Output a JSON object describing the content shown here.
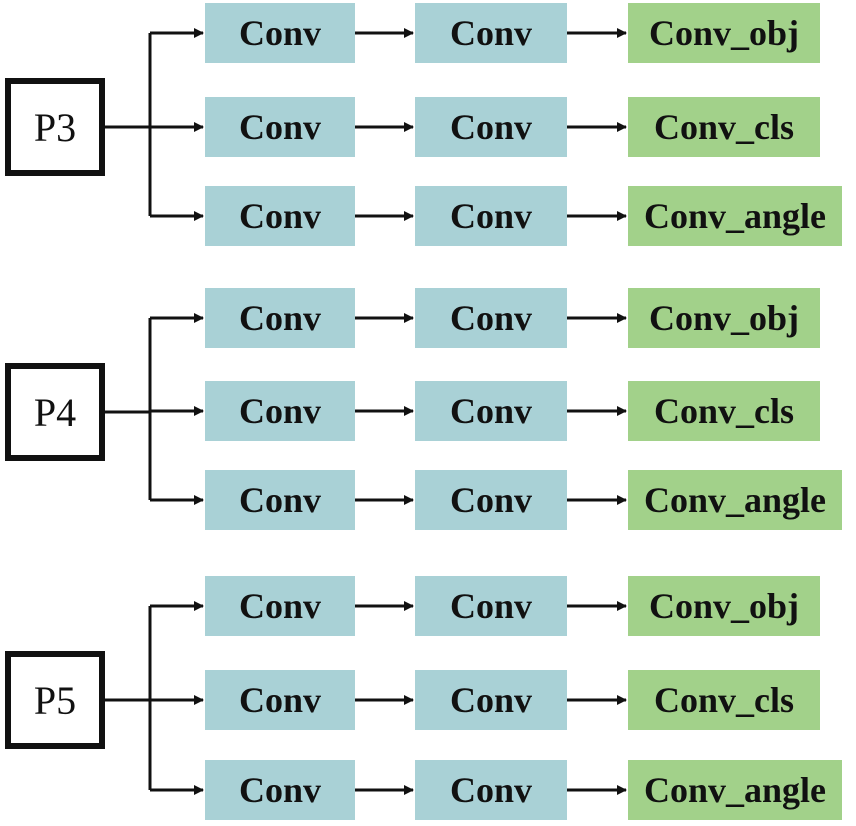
{
  "colors": {
    "conv_fill": "#a9d1d6",
    "head_fill": "#a2d18a",
    "line": "#111111",
    "background": "#ffffff"
  },
  "diagram": {
    "groups": [
      {
        "input": "P3",
        "branches": [
          {
            "conv1": "Conv",
            "conv2": "Conv",
            "head": "Conv_obj"
          },
          {
            "conv1": "Conv",
            "conv2": "Conv",
            "head": "Conv_cls"
          },
          {
            "conv1": "Conv",
            "conv2": "Conv",
            "head": "Conv_angle"
          }
        ]
      },
      {
        "input": "P4",
        "branches": [
          {
            "conv1": "Conv",
            "conv2": "Conv",
            "head": "Conv_obj"
          },
          {
            "conv1": "Conv",
            "conv2": "Conv",
            "head": "Conv_cls"
          },
          {
            "conv1": "Conv",
            "conv2": "Conv",
            "head": "Conv_angle"
          }
        ]
      },
      {
        "input": "P5",
        "branches": [
          {
            "conv1": "Conv",
            "conv2": "Conv",
            "head": "Conv_obj"
          },
          {
            "conv1": "Conv",
            "conv2": "Conv",
            "head": "Conv_cls"
          },
          {
            "conv1": "Conv",
            "conv2": "Conv",
            "head": "Conv_angle"
          }
        ]
      }
    ]
  }
}
